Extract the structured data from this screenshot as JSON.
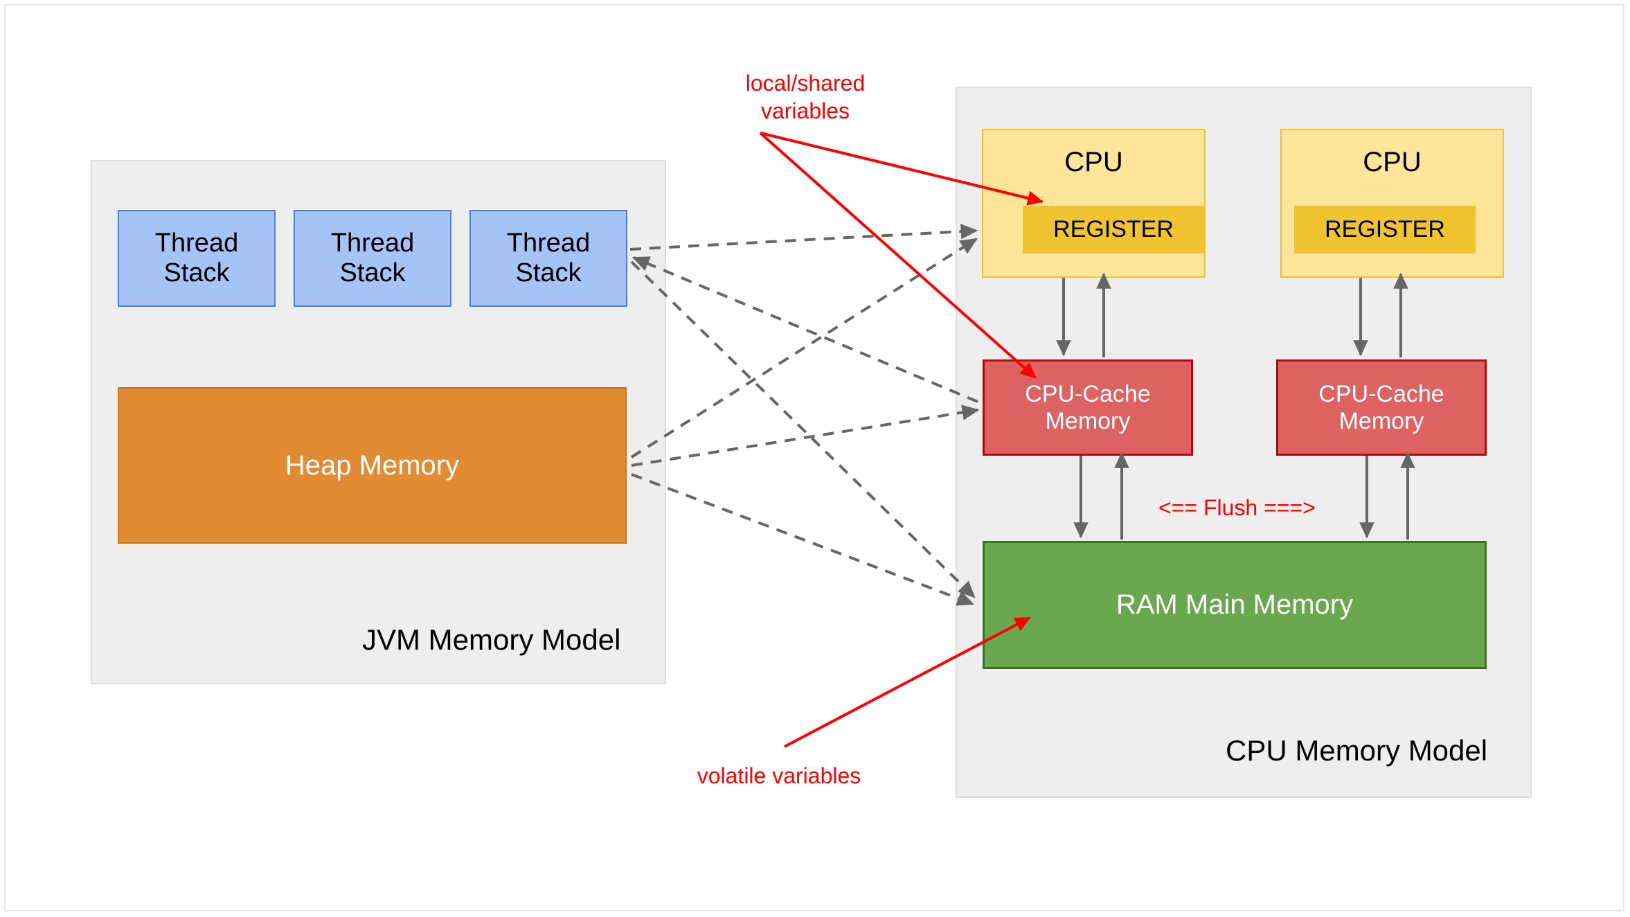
{
  "diagram": {
    "title_left": "JVM Memory Model",
    "title_right": "CPU Memory Model",
    "colors": {
      "panel_bg": "#eeeeee",
      "panel_border": "#dddddd",
      "thread_stack_fill": "#a6c3f5",
      "thread_stack_border": "#4b7fdd",
      "heap_fill": "#e28b35",
      "heap_border": "#c2762a",
      "cpu_fill": "#ffe599",
      "cpu_border": "#f1c232",
      "register_fill": "#f0c330",
      "cache_fill": "#dd6363",
      "cache_border": "#cc0000",
      "ram_fill": "#6aa84f",
      "ram_border": "#38761d",
      "annotation_red": "#ff0000",
      "dashed_arrow": "#666666",
      "solid_arrow": "#666666"
    }
  },
  "jvm": {
    "label": "JVM Memory Model",
    "thread_stacks": [
      {
        "label": "Thread\nStack"
      },
      {
        "label": "Thread\nStack"
      },
      {
        "label": "Thread\nStack"
      }
    ],
    "heap": {
      "label": "Heap Memory"
    }
  },
  "cpu_model": {
    "label": "CPU Memory Model",
    "cpus": [
      {
        "label": "CPU",
        "register_label": "REGISTER",
        "cache_label": "CPU-Cache\nMemory"
      },
      {
        "label": "CPU",
        "register_label": "REGISTER",
        "cache_label": "CPU-Cache\nMemory"
      }
    ],
    "ram": {
      "label": "RAM Main Memory"
    },
    "flush_label": "<== Flush ===>"
  },
  "annotations": [
    {
      "id": "local-shared",
      "text": "local/shared\nvariables"
    },
    {
      "id": "volatile",
      "text": "volatile variables"
    }
  ]
}
